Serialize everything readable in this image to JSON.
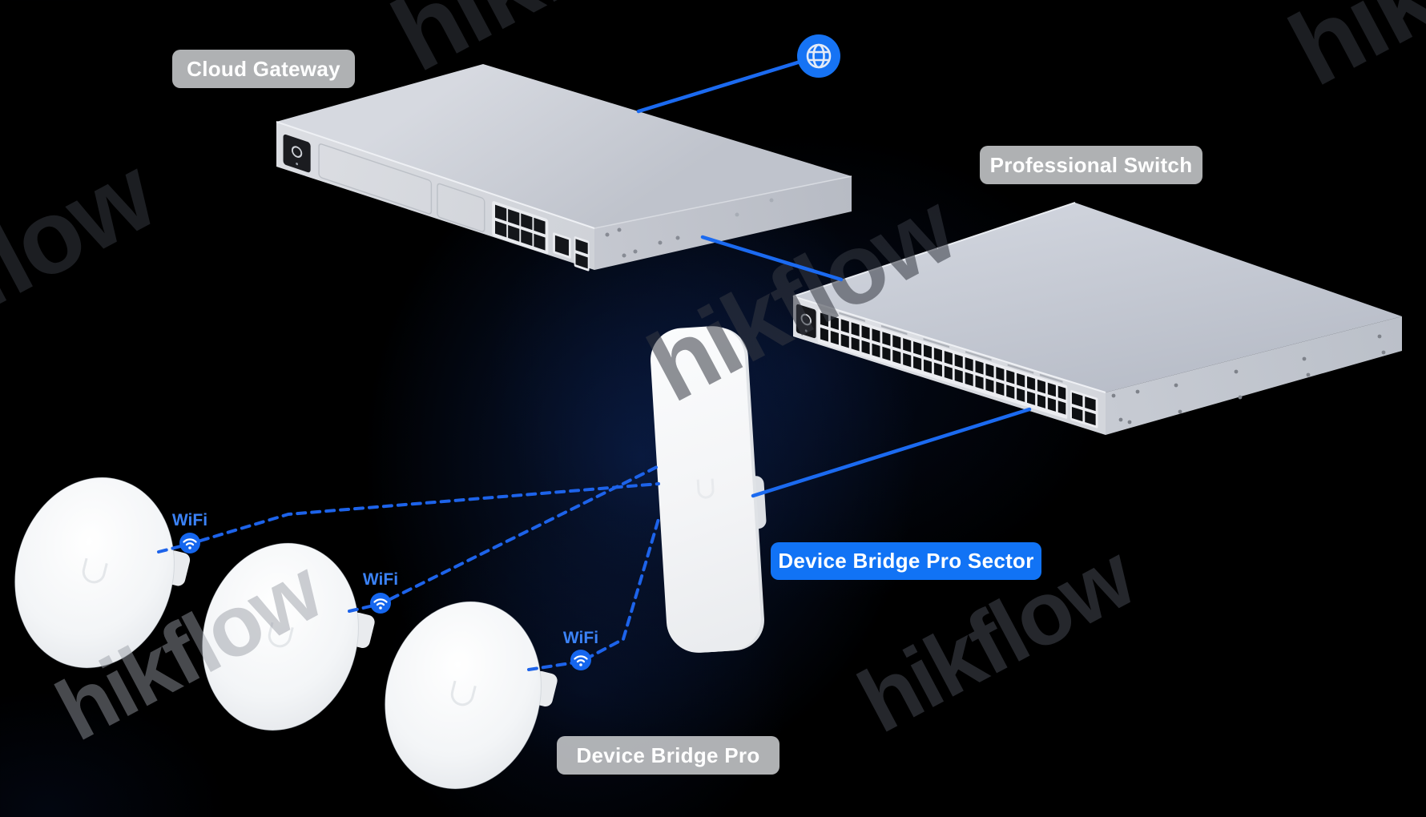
{
  "watermark_text": "hikflow",
  "labels": {
    "cloud_gateway": "Cloud Gateway",
    "professional_switch": "Professional Switch",
    "device_bridge_pro_sector": "Device Bridge Pro Sector",
    "device_bridge_pro": "Device Bridge Pro"
  },
  "wifi_labels": [
    "WiFi",
    "WiFi",
    "WiFi"
  ],
  "icons": {
    "internet": "globe-icon",
    "wireless": "wifi-icon"
  },
  "colors": {
    "background": "#000000",
    "accent_blue": "#146ef5",
    "wifi_text_blue": "#3b82f6",
    "sector_label_blue": "#1173f5",
    "label_pill_gray": "#c7c9cc",
    "device_body_gray": "#c9cdd6",
    "device_white": "#f4f5f7",
    "watermark_gray": "#25272c"
  },
  "connections": [
    {
      "from": "internet-globe",
      "to": "Cloud Gateway",
      "type": "wired"
    },
    {
      "from": "Cloud Gateway",
      "to": "Professional Switch",
      "type": "wired"
    },
    {
      "from": "Professional Switch",
      "to": "Device Bridge Pro Sector",
      "type": "wired"
    },
    {
      "from": "Device Bridge Pro Sector",
      "to": "Device Bridge Pro 1",
      "type": "wifi"
    },
    {
      "from": "Device Bridge Pro Sector",
      "to": "Device Bridge Pro 2",
      "type": "wifi"
    },
    {
      "from": "Device Bridge Pro Sector",
      "to": "Device Bridge Pro 3",
      "type": "wifi"
    }
  ]
}
